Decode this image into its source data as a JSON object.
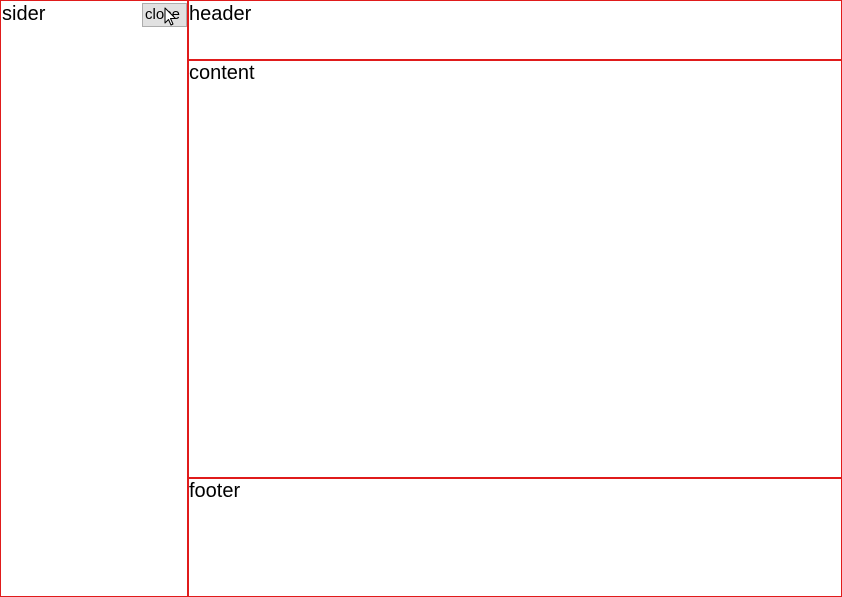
{
  "sider": {
    "label": "sider",
    "close_button_label": "close"
  },
  "header": {
    "label": "header"
  },
  "content": {
    "label": "content"
  },
  "footer": {
    "label": "footer"
  },
  "colors": {
    "border": "#e01b1b",
    "background": "#ffffff",
    "button_background": "#e1e1e1"
  },
  "icons": {
    "cursor": "mouse-pointer-icon"
  }
}
